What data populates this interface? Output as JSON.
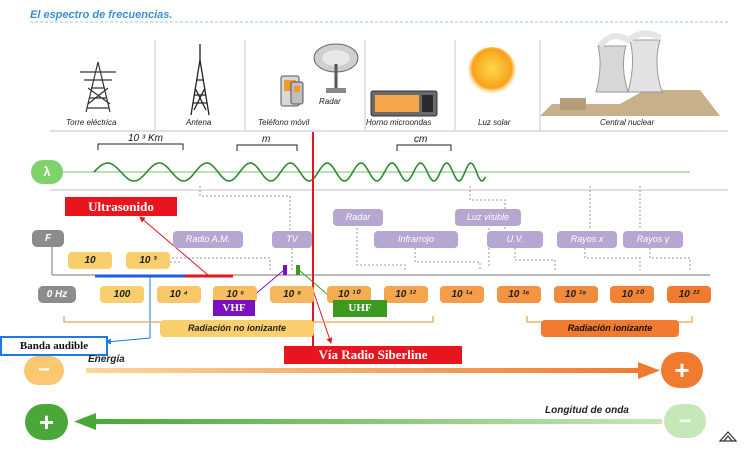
{
  "title": "El espectro de frecuencias.",
  "sources": [
    "Torre eléctrica",
    "Antena",
    "Teléfono móvil",
    "Radar",
    "Horno microondas",
    "Luz solar",
    "Central nuclear"
  ],
  "wavelength_symbol": "λ",
  "wavelength_units": [
    "10 ³ Km",
    "m",
    "cm"
  ],
  "frequency_symbol": "F",
  "bands": {
    "radio_am": "Radio A.M.",
    "tv": "TV",
    "radar": "Radar",
    "infrarrojo": "Infrarrojo",
    "luz_visible": "Luz visible",
    "uv": "U.V.",
    "rayos_x": "Rayos x",
    "rayos_gamma": "Rayos γ"
  },
  "sound_freqs": [
    "10",
    "10 ³"
  ],
  "scale": {
    "zero": "0 Hz",
    "ticks": [
      "100",
      "10 ⁴",
      "10 ⁶",
      "10 ⁸",
      "10 ¹⁰",
      "10 ¹²",
      "10 ¹⁴",
      "10 ¹⁶",
      "10 ¹⁸",
      "10 ²⁰",
      "10 ²²"
    ]
  },
  "annotations": {
    "ultrasonido": "Ultrasonido",
    "banda_audible": "Banda audible",
    "vhf": "VHF",
    "uhf": "UHF",
    "siberline": "Vía Radio Siberline"
  },
  "radiation": {
    "non_ionizing": "Radiación no ionizante",
    "ionizing": "Radiación ionizante"
  },
  "energy": {
    "label": "Energía",
    "minus": "−",
    "plus": "+"
  },
  "wavelength_row": {
    "label": "Longitud de onda",
    "plus": "+",
    "minus": "−"
  },
  "colors": {
    "title": "#3a8fcf",
    "wave": "#2e8b2e",
    "purple": "#b5a6d2",
    "yellow": "#f9cf6e",
    "orange": "#f07a2e",
    "red": "#e8141e",
    "blue_box": "#1e78e6",
    "vhf": "#7a10c0",
    "uhf": "#3c9a1e"
  }
}
